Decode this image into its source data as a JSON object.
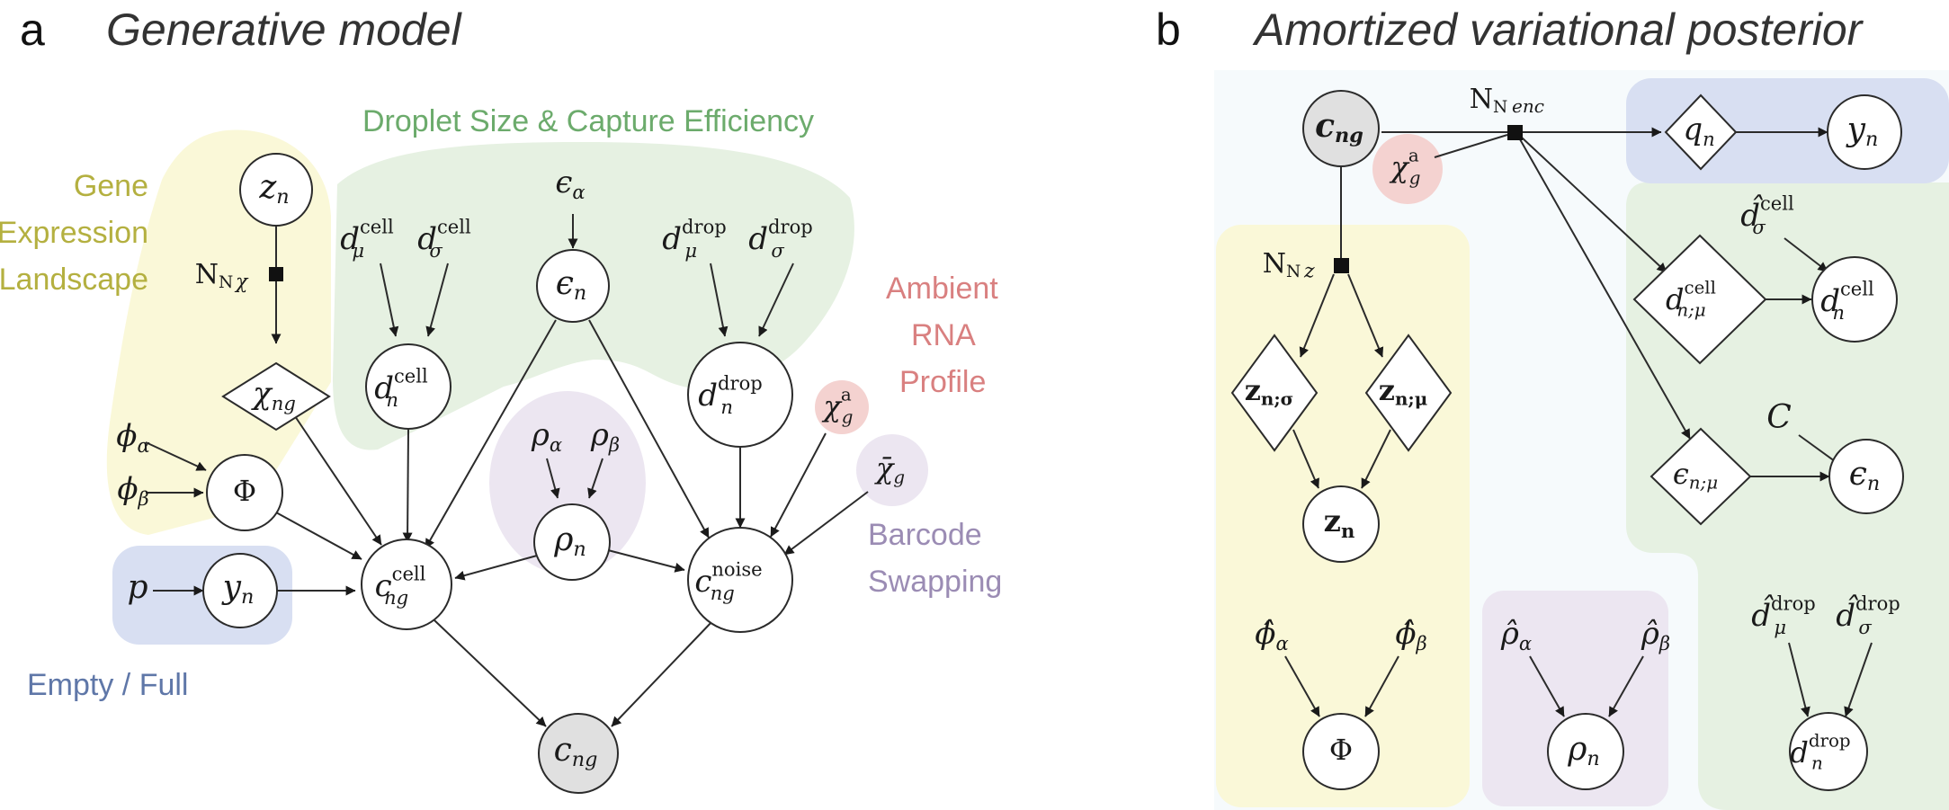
{
  "panel_a": {
    "letter": "a",
    "title": "Generative model",
    "labels": {
      "gene": [
        "Gene",
        "Expression",
        "Landscape"
      ],
      "droplet": "Droplet Size & Capture Efficiency",
      "ambient": [
        "Ambient",
        "RNA",
        "Profile"
      ],
      "barcode": [
        "Barcode",
        "Swapping"
      ],
      "empty": "Empty / Full"
    },
    "factors": {
      "nn_chi": "NN",
      "nn_chi_sub": "χ"
    },
    "nodes": {
      "z_n": [
        "z",
        "n"
      ],
      "chi_ng": [
        "χ",
        "ng"
      ],
      "Phi": [
        "Φ",
        ""
      ],
      "y_n": [
        "y",
        "n"
      ],
      "d_cell": [
        "d",
        "n",
        "cell"
      ],
      "eps_n": [
        "ϵ",
        "n"
      ],
      "rho_n": [
        "ρ",
        "n"
      ],
      "d_drop": [
        "d",
        "n",
        "drop"
      ],
      "chi_a": [
        "χ",
        "g",
        "a"
      ],
      "chi_bar": [
        "χ̄",
        "g"
      ],
      "c_cell": [
        "c",
        "ng",
        "cell"
      ],
      "c_noise": [
        "c",
        "ng",
        "noise"
      ],
      "c_ng": [
        "c",
        "ng"
      ]
    },
    "params": {
      "phi_a": [
        "ϕ",
        "α"
      ],
      "phi_b": [
        "ϕ",
        "β"
      ],
      "p": [
        "p",
        ""
      ],
      "dmu_cell": [
        "d",
        "μ",
        "cell"
      ],
      "dsig_cell": [
        "d",
        "σ",
        "cell"
      ],
      "eps_a": [
        "ϵ",
        "α"
      ],
      "dmu_drop": [
        "d",
        "μ",
        "drop"
      ],
      "dsig_drop": [
        "d",
        "σ",
        "drop"
      ],
      "rho_a": [
        "ρ",
        "α"
      ],
      "rho_b": [
        "ρ",
        "β"
      ]
    }
  },
  "panel_b": {
    "letter": "b",
    "title": "Amortized variational posterior",
    "factors": {
      "nn_enc": "NN",
      "nn_enc_sub": "enc",
      "nn_z": "NN",
      "nn_z_sub": "z"
    },
    "nodes": {
      "c_ng": [
        "c",
        "ng"
      ],
      "chi_a": [
        "χ",
        "g",
        "a"
      ],
      "q_n": [
        "q",
        "n"
      ],
      "y_n": [
        "y",
        "n"
      ],
      "d_cell_mu": [
        "d",
        "n;μ",
        "cell"
      ],
      "d_cell": [
        "d",
        "n",
        "cell"
      ],
      "eps_mu": [
        "ϵ",
        "n;μ"
      ],
      "eps_n": [
        "ϵ",
        "n"
      ],
      "z_sigma": [
        "z",
        "n;σ"
      ],
      "z_mu": [
        "z",
        "n;μ"
      ],
      "z_n": [
        "z",
        "n"
      ],
      "Phi": [
        "Φ",
        ""
      ],
      "rho_n": [
        "ρ",
        "n"
      ],
      "d_drop": [
        "d",
        "n",
        "drop"
      ]
    },
    "params": {
      "dsig_cell": [
        "d̂",
        "σ",
        "cell"
      ],
      "C": [
        "C",
        ""
      ],
      "phi_a": [
        "ϕ̂",
        "α"
      ],
      "phi_b": [
        "ϕ̂",
        "β"
      ],
      "rho_a": [
        "ρ̂",
        "α"
      ],
      "rho_b": [
        "ρ̂",
        "β"
      ],
      "dmu_drop": [
        "d̂",
        "μ",
        "drop"
      ],
      "dsig_drop": [
        "d̂",
        "σ",
        "drop"
      ]
    }
  },
  "colors": {
    "yellow": "#faf8d8",
    "green": "#e6f1e2",
    "purple": "#ece6f1",
    "blue": "#d8dff2",
    "red": "#f4d2d0",
    "bg_b": "#f6fafc",
    "gene_text": "#b4b040",
    "droplet_text": "#6cab6c",
    "ambient_text": "#d98080",
    "barcode_text": "#9b8cb4",
    "empty_text": "#5f77a8"
  }
}
